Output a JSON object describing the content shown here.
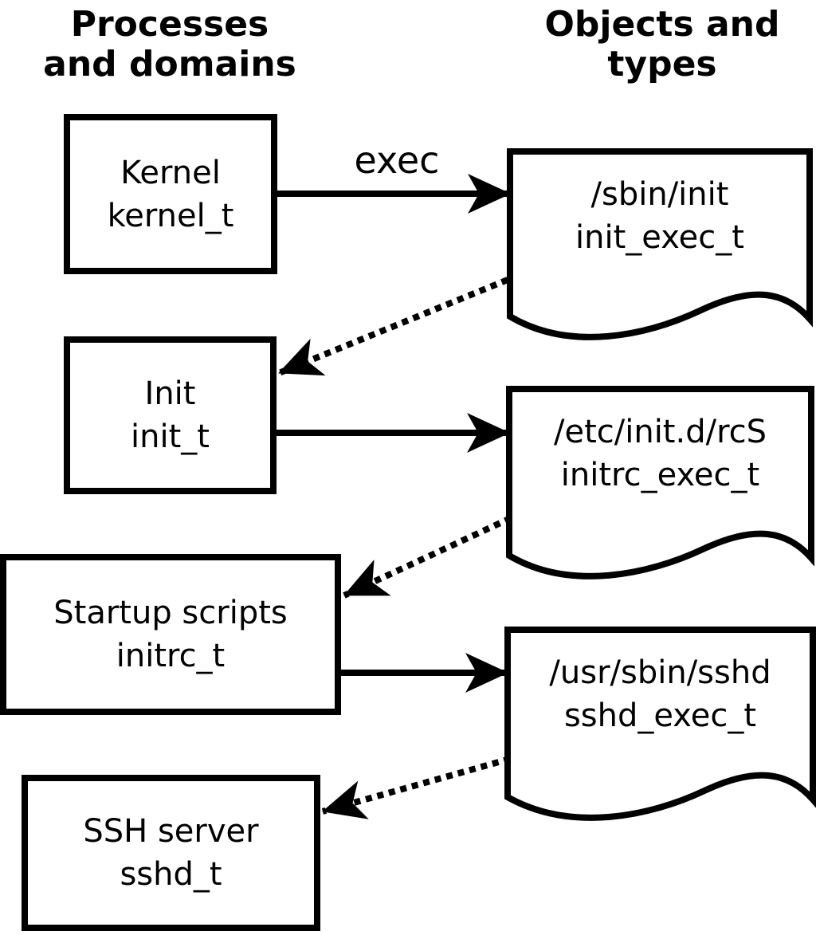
{
  "colors": {
    "ink": "#000000",
    "paper": "#ffffff"
  },
  "headers": {
    "left_line1": "Processes",
    "left_line2": "and domains",
    "right_line1": "Objects and",
    "right_line2": "types"
  },
  "processes": [
    {
      "name": "Kernel",
      "type": "kernel_t"
    },
    {
      "name": "Init",
      "type": "init_t"
    },
    {
      "name": "Startup scripts",
      "type": "initrc_t"
    },
    {
      "name": "SSH server",
      "type": "sshd_t"
    }
  ],
  "objects": [
    {
      "path": "/sbin/init",
      "type": "init_exec_t"
    },
    {
      "path": "/etc/init.d/rcS",
      "type": "initrc_exec_t"
    },
    {
      "path": "/usr/sbin/sshd",
      "type": "sshd_exec_t"
    }
  ],
  "edges": {
    "exec_label": "exec",
    "solid": [
      {
        "from": "kernel_t",
        "to": "init_exec_t"
      },
      {
        "from": "init_t",
        "to": "initrc_exec_t"
      },
      {
        "from": "initrc_t",
        "to": "sshd_exec_t"
      }
    ],
    "dotted": [
      {
        "from": "init_exec_t",
        "to": "init_t"
      },
      {
        "from": "initrc_exec_t",
        "to": "initrc_t"
      },
      {
        "from": "sshd_exec_t",
        "to": "sshd_t"
      }
    ]
  }
}
